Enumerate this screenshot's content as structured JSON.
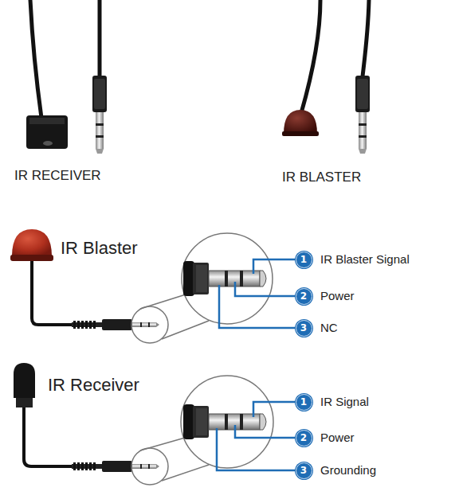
{
  "diagram": {
    "nodes": [
      {
        "text": [
          "1"
        ]
      },
      {
        "text": [
          "2"
        ]
      },
      {
        "text": [
          "3"
        ]
      },
      {
        "text": [
          "1"
        ]
      },
      {
        "text": [
          "2"
        ]
      },
      {
        "text": [
          "3"
        ]
      }
    ],
    "labels": [
      "IR RECEIVER",
      "IR BLASTER",
      "IR Blaster",
      "IR Receiver",
      "IR Blaster Signal",
      "Power",
      "NC",
      "IR Signal",
      "Power",
      "Grounding"
    ]
  }
}
